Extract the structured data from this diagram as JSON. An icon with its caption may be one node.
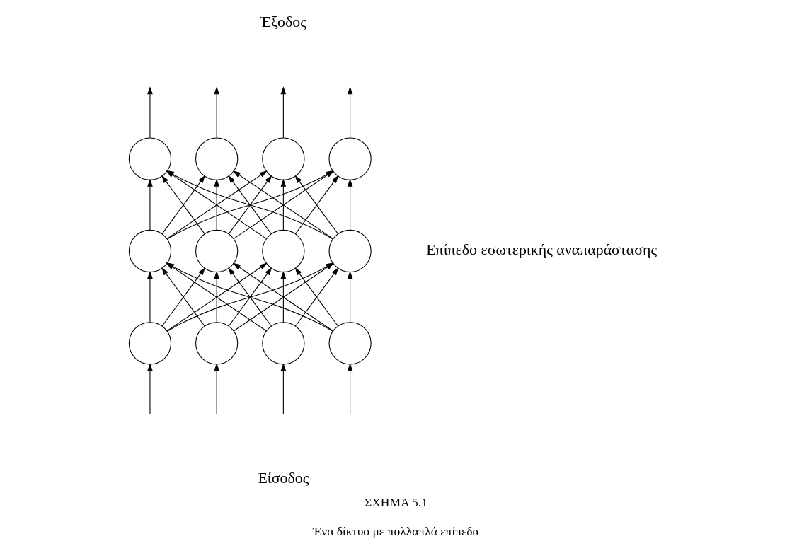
{
  "diagram": {
    "title": "ΣΧΗΜΑ 5.1",
    "caption": "Ένα δίκτυο με πολλαπλά επίπεδα",
    "nodes": [
      {
        "text": [],
        "shape": "circle"
      },
      {
        "text": [],
        "shape": "circle"
      },
      {
        "text": [],
        "shape": "circle"
      },
      {
        "text": [],
        "shape": "circle"
      },
      {
        "text": [],
        "shape": "circle"
      },
      {
        "text": [],
        "shape": "circle"
      },
      {
        "text": [],
        "shape": "circle"
      },
      {
        "text": [],
        "shape": "circle"
      },
      {
        "text": [],
        "shape": "circle"
      },
      {
        "text": [],
        "shape": "circle"
      },
      {
        "text": [],
        "shape": "circle"
      },
      {
        "text": [],
        "shape": "circle"
      }
    ],
    "edges": [
      {
        "from": 0,
        "to": null,
        "arrow": "to"
      },
      {
        "from": 1,
        "to": null,
        "arrow": "to"
      },
      {
        "from": 2,
        "to": null,
        "arrow": "to"
      },
      {
        "from": 3,
        "to": null,
        "arrow": "to"
      },
      {
        "from": 4,
        "to": 0,
        "arrow": "to"
      },
      {
        "from": 4,
        "to": 1,
        "arrow": "to"
      },
      {
        "from": 4,
        "to": 2,
        "arrow": "to"
      },
      {
        "from": 4,
        "to": 3,
        "arrow": "to"
      },
      {
        "from": 5,
        "to": 0,
        "arrow": "to"
      },
      {
        "from": 5,
        "to": 1,
        "arrow": "to"
      },
      {
        "from": 5,
        "to": 2,
        "arrow": "to"
      },
      {
        "from": 5,
        "to": 3,
        "arrow": "to"
      },
      {
        "from": 6,
        "to": 0,
        "arrow": "to"
      },
      {
        "from": 6,
        "to": 1,
        "arrow": "to"
      },
      {
        "from": 6,
        "to": 2,
        "arrow": "to"
      },
      {
        "from": 6,
        "to": 3,
        "arrow": "to"
      },
      {
        "from": 7,
        "to": 0,
        "arrow": "to"
      },
      {
        "from": 7,
        "to": 1,
        "arrow": "to"
      },
      {
        "from": 7,
        "to": 2,
        "arrow": "to"
      },
      {
        "from": 7,
        "to": 3,
        "arrow": "to"
      },
      {
        "from": 8,
        "to": 4,
        "arrow": "to"
      },
      {
        "from": 8,
        "to": 5,
        "arrow": "to"
      },
      {
        "from": 8,
        "to": 6,
        "arrow": "to"
      },
      {
        "from": 8,
        "to": 7,
        "arrow": "to"
      },
      {
        "from": 9,
        "to": 4,
        "arrow": "to"
      },
      {
        "from": 9,
        "to": 5,
        "arrow": "to"
      },
      {
        "from": 9,
        "to": 6,
        "arrow": "to"
      },
      {
        "from": 9,
        "to": 7,
        "arrow": "to"
      },
      {
        "from": 10,
        "to": 4,
        "arrow": "to"
      },
      {
        "from": 10,
        "to": 5,
        "arrow": "to"
      },
      {
        "from": 10,
        "to": 6,
        "arrow": "to"
      },
      {
        "from": 10,
        "to": 7,
        "arrow": "to"
      },
      {
        "from": 11,
        "to": 4,
        "arrow": "to"
      },
      {
        "from": 11,
        "to": 5,
        "arrow": "to"
      },
      {
        "from": 11,
        "to": 6,
        "arrow": "to"
      },
      {
        "from": 11,
        "to": 7,
        "arrow": "to"
      },
      {
        "from": null,
        "to": 8,
        "arrow": "to"
      },
      {
        "from": null,
        "to": 9,
        "arrow": "to"
      },
      {
        "from": null,
        "to": 10,
        "arrow": "to"
      },
      {
        "from": null,
        "to": 11,
        "arrow": "to"
      }
    ],
    "labels": [
      "Έξοδος",
      "Επίπεδο εσωτερικής αναπαράστασης",
      "Είσοδος"
    ]
  }
}
